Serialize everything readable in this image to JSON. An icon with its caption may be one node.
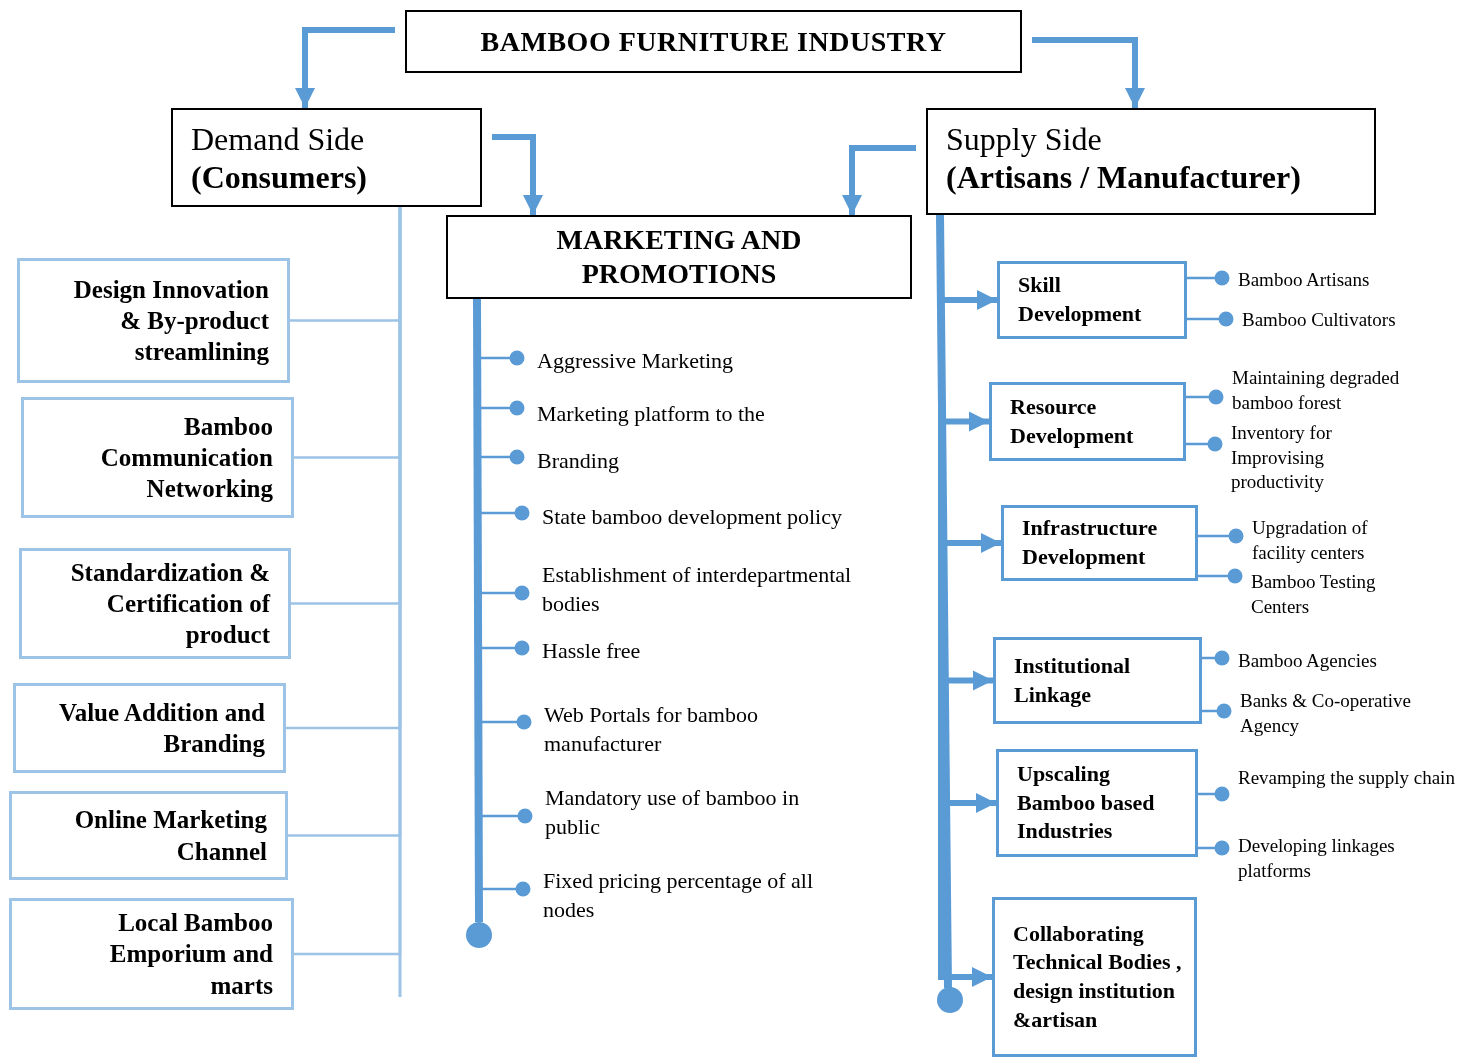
{
  "diagram": {
    "nodes": [
      {
        "text": [
          "BAMBOO FURNITURE INDUSTRY"
        ]
      },
      {
        "text": [
          "Demand Side",
          "(Consumers)"
        ]
      },
      {
        "text": [
          "MARKETING AND PROMOTIONS"
        ]
      },
      {
        "text": [
          "Supply Side",
          "(Artisans / Manufacturer)"
        ]
      },
      {
        "text": [
          "Design Innovation & By-product streamlining"
        ]
      },
      {
        "text": [
          "Bamboo Communication Networking"
        ]
      },
      {
        "text": [
          "Standardization & Certification of product"
        ]
      },
      {
        "text": [
          "Value Addition and Branding"
        ]
      },
      {
        "text": [
          "Online Marketing Channel"
        ]
      },
      {
        "text": [
          "Local Bamboo Emporium and marts"
        ]
      },
      {
        "text": [
          "Skill Development"
        ]
      },
      {
        "text": [
          "Resource Development"
        ]
      },
      {
        "text": [
          "Infrastructure Development"
        ]
      },
      {
        "text": [
          "Institutional Linkage"
        ]
      },
      {
        "text": [
          "Upscaling Bamboo based Industries"
        ]
      },
      {
        "text": [
          "Collaborating Technical Bodies , design institution &artisan"
        ]
      },
      {
        "text": [
          "Aggressive Marketing"
        ]
      },
      {
        "text": [
          "Marketing platform to the"
        ]
      },
      {
        "text": [
          "Branding"
        ]
      },
      {
        "text": [
          "State bamboo development policy"
        ]
      },
      {
        "text": [
          "Establishment of interdepartmental bodies"
        ]
      },
      {
        "text": [
          "Hassle free"
        ]
      },
      {
        "text": [
          "Web Portals for bamboo manufacturer"
        ]
      },
      {
        "text": [
          "Mandatory use of bamboo in public"
        ]
      },
      {
        "text": [
          "Fixed pricing percentage of all nodes"
        ]
      },
      {
        "text": [
          "Bamboo Artisans"
        ]
      },
      {
        "text": [
          "Bamboo Cultivators"
        ]
      },
      {
        "text": [
          "Maintaining degraded bamboo forest"
        ]
      },
      {
        "text": [
          "Inventory for Improvising productivity"
        ]
      },
      {
        "text": [
          "Upgradation of facility centers"
        ]
      },
      {
        "text": [
          "Bamboo Testing Centers"
        ]
      },
      {
        "text": [
          "Bamboo Agencies"
        ]
      },
      {
        "text": [
          "Banks & Co-operative Agency"
        ]
      },
      {
        "text": [
          "Revamping the supply chain"
        ]
      },
      {
        "text": [
          "Developing linkages platforms"
        ]
      }
    ],
    "edges": [
      {
        "from": 0,
        "to": 1,
        "arrow": "to",
        "style": "thick"
      },
      {
        "from": 0,
        "to": 3,
        "arrow": "to",
        "style": "thick"
      },
      {
        "from": 1,
        "to": 2,
        "arrow": "to",
        "style": "thick"
      },
      {
        "from": 3,
        "to": 2,
        "arrow": "to",
        "style": "thick"
      },
      {
        "from": 1,
        "to": 4,
        "arrow": "none",
        "color": "#9dc3e6"
      },
      {
        "from": 1,
        "to": 5,
        "arrow": "none",
        "color": "#9dc3e6"
      },
      {
        "from": 1,
        "to": 6,
        "arrow": "none",
        "color": "#9dc3e6"
      },
      {
        "from": 1,
        "to": 7,
        "arrow": "none",
        "color": "#9dc3e6"
      },
      {
        "from": 1,
        "to": 8,
        "arrow": "none",
        "color": "#9dc3e6"
      },
      {
        "from": 1,
        "to": 9,
        "arrow": "none",
        "color": "#9dc3e6"
      },
      {
        "from": 2,
        "to": 16,
        "arrow": "other"
      },
      {
        "from": 2,
        "to": 17,
        "arrow": "other"
      },
      {
        "from": 2,
        "to": 18,
        "arrow": "other"
      },
      {
        "from": 2,
        "to": 19,
        "arrow": "other"
      },
      {
        "from": 2,
        "to": 20,
        "arrow": "other"
      },
      {
        "from": 2,
        "to": 21,
        "arrow": "other"
      },
      {
        "from": 2,
        "to": 22,
        "arrow": "other"
      },
      {
        "from": 2,
        "to": 23,
        "arrow": "other"
      },
      {
        "from": 2,
        "to": 24,
        "arrow": "other"
      },
      {
        "from": 3,
        "to": 10,
        "arrow": "to",
        "style": "thick"
      },
      {
        "from": 3,
        "to": 11,
        "arrow": "to",
        "style": "thick"
      },
      {
        "from": 3,
        "to": 12,
        "arrow": "to",
        "style": "thick"
      },
      {
        "from": 3,
        "to": 13,
        "arrow": "to",
        "style": "thick"
      },
      {
        "from": 3,
        "to": 14,
        "arrow": "to",
        "style": "thick"
      },
      {
        "from": 3,
        "to": 15,
        "arrow": "to",
        "style": "thick"
      },
      {
        "from": 10,
        "to": 25,
        "arrow": "other"
      },
      {
        "from": 10,
        "to": 26,
        "arrow": "other"
      },
      {
        "from": 11,
        "to": 27,
        "arrow": "other"
      },
      {
        "from": 11,
        "to": 28,
        "arrow": "other"
      },
      {
        "from": 12,
        "to": 29,
        "arrow": "other"
      },
      {
        "from": 12,
        "to": 30,
        "arrow": "other"
      },
      {
        "from": 13,
        "to": 31,
        "arrow": "other"
      },
      {
        "from": 13,
        "to": 32,
        "arrow": "other"
      },
      {
        "from": 14,
        "to": 33,
        "arrow": "other"
      },
      {
        "from": 14,
        "to": 34,
        "arrow": "other"
      }
    ]
  }
}
